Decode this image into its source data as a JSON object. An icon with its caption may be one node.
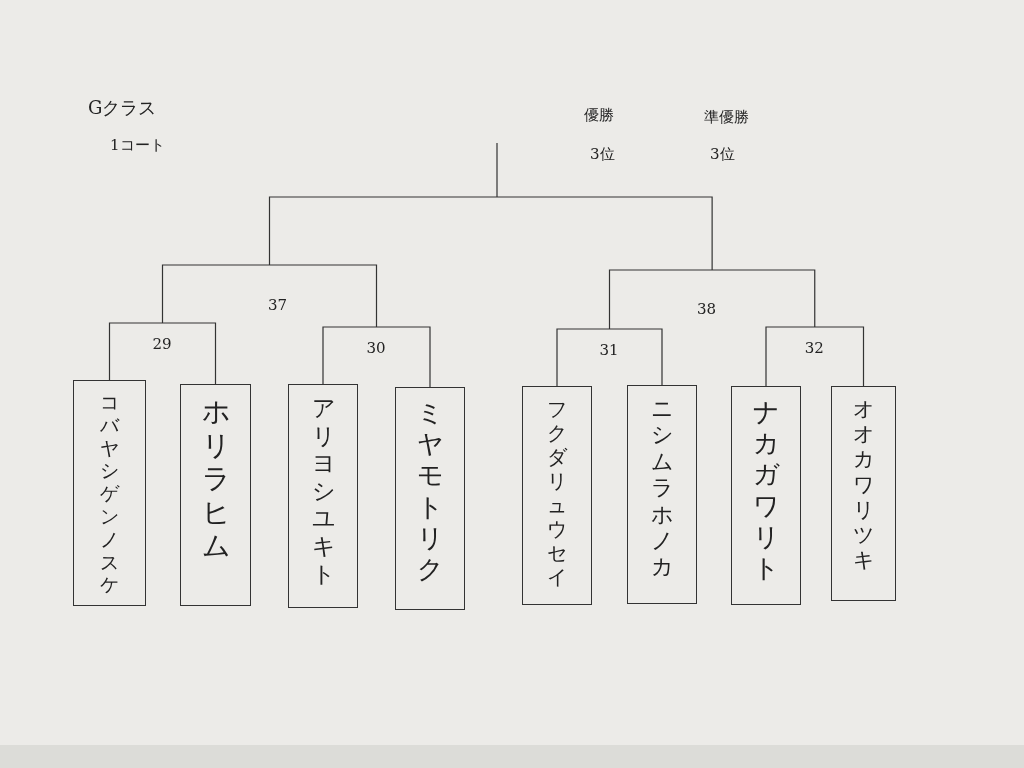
{
  "diagram": {
    "title": "Gクラス",
    "nodes": [
      {
        "text": [
          "コバヤシゲンノスケ"
        ]
      },
      {
        "text": [
          "ホリラヒム"
        ]
      },
      {
        "text": [
          "アリヨシユキト"
        ]
      },
      {
        "text": [
          "ミヤモトリク"
        ]
      },
      {
        "text": [
          "フクダリュウセイ"
        ]
      },
      {
        "text": [
          "ニシムラホノカ"
        ]
      },
      {
        "text": [
          "ナカガワリト"
        ]
      },
      {
        "text": [
          "オオカワリツキ"
        ]
      }
    ],
    "edges": [
      {
        "from": 0,
        "to": 1,
        "arrow": "none",
        "label": "29"
      },
      {
        "from": 2,
        "to": 3,
        "arrow": "none",
        "label": "30"
      },
      {
        "from": 4,
        "to": 5,
        "arrow": "none",
        "label": "31"
      },
      {
        "from": 6,
        "to": 7,
        "arrow": "none",
        "label": "32"
      }
    ],
    "labels": [
      "優勝",
      "準優勝",
      "1コート",
      "3位",
      "3位",
      "37",
      "38"
    ]
  }
}
